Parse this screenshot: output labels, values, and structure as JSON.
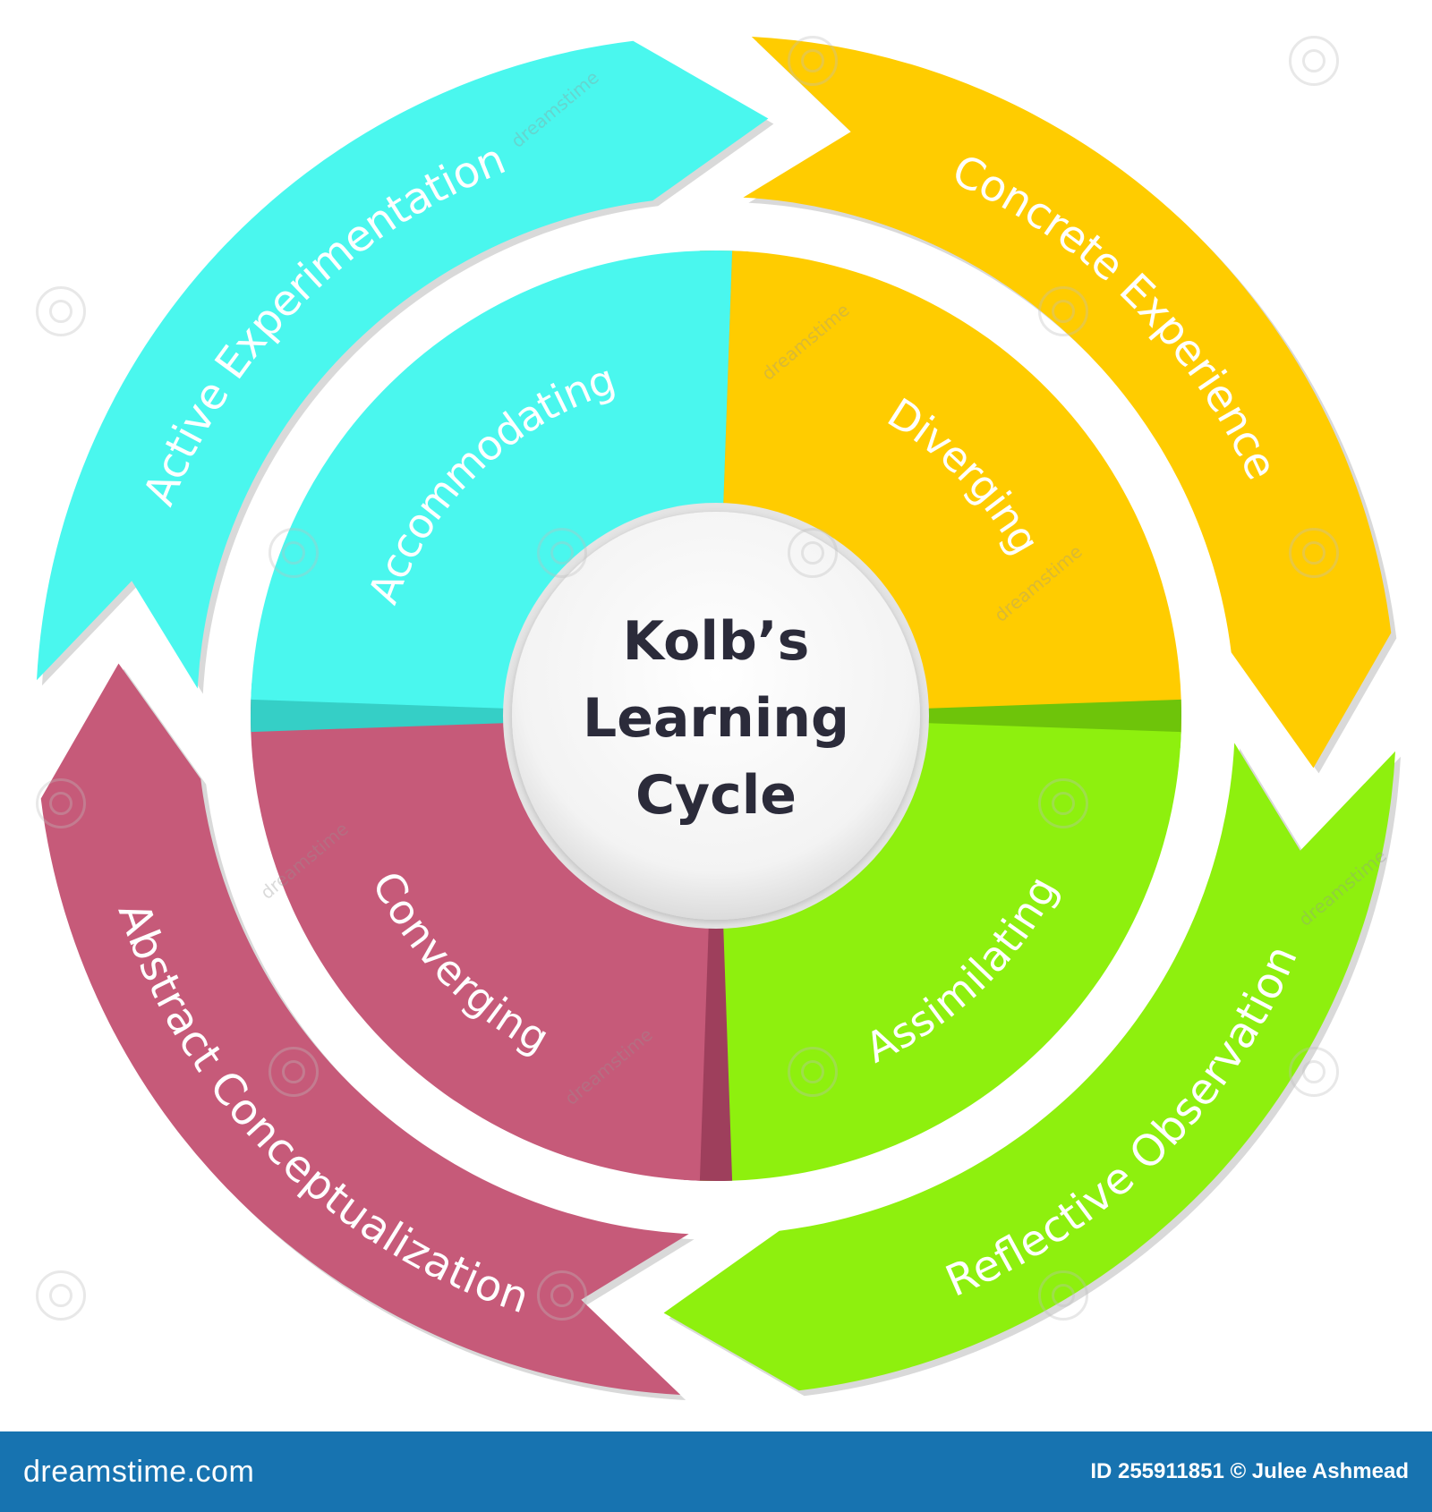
{
  "title": {
    "lines": [
      "Kolb’s",
      "Learning",
      "Cycle"
    ]
  },
  "outer_ring": [
    {
      "label": "Concrete Experience",
      "color": "#FFCC00"
    },
    {
      "label": "Reflective Observation",
      "color": "#8EF00E"
    },
    {
      "label": "Abstract Conceptualization",
      "color": "#C65A79"
    },
    {
      "label": "Active Experimentation",
      "color": "#4AF7EE"
    }
  ],
  "inner_quadrants": [
    {
      "label": "Diverging",
      "color": "#FFCC00",
      "shade": "#D6A700"
    },
    {
      "label": "Assimilating",
      "color": "#8EF00E",
      "shade": "#6EC40A"
    },
    {
      "label": "Converging",
      "color": "#C65A79",
      "shade": "#9E3F5C"
    },
    {
      "label": "Accommodating",
      "color": "#4AF7EE",
      "shade": "#35CFC6"
    }
  ],
  "watermark": {
    "text": "dreamstime"
  },
  "footer": {
    "logo": "dreamstime.com",
    "credit": "ID 255911851 © Julee Ashmead"
  }
}
